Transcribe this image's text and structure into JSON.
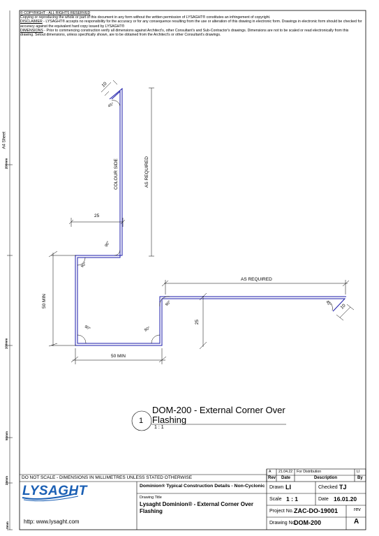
{
  "notes": {
    "copyright_heading": "© COPYRIGHT - ALL RIGHTS RESERVED",
    "copyright_text": "Copying or reproducing the whole or part of this document in any form without the written permission of LYSAGHT® constitutes an infringement of copyright.",
    "disclaimer_heading": "DISCLAIMER",
    "disclaimer_text": " - LYSAGHT® accepts no responsibility for the accuracy or for any consequence resulting from the use or alteration of this drawing in electronic form.  Drawings in electronic form should be checked for accuracy against the equivalent hard copy issued by LYSAGHT®",
    "dimensions_heading": "DIMENSIONS",
    "dimensions_text": " - Prior to commencing construction verify all dimensions against Architect's, other Consultant's and Sub-Contractor's drawings. Dimensions are not to be scaled or read electronically from this drawing. Setout dimensions, unless specifically shown, are to be obtained from the Architect's or other Consultant's drawings."
  },
  "side_labels": {
    "sheet": "A4 Sheet",
    "mm200": "200mm",
    "mm100": "100mm",
    "mm50": "50mm",
    "mm25": "25mm",
    "mm0": "0mm"
  },
  "drawing": {
    "dim_10_top": "10",
    "angle_45_top": "45°",
    "colour_side": "COLOUR SIDE",
    "as_required_vertical": "AS REQUIRED",
    "dim_25_left": "25",
    "angle_90_a": "90°",
    "angle_90_b": "90°",
    "dim_50min_vertical": "50 MIN",
    "angle_90_c": "90°",
    "angle_90_d": "90°",
    "angle_90_e": "90°",
    "dim_50min_horizontal": "50 MIN",
    "dim_25_right": "25",
    "as_required_horizontal": "AS REQUIRED",
    "angle_45_right": "45°",
    "dim_10_right": "10"
  },
  "callout": {
    "number": "1",
    "title_line1": "DOM-200 - External Corner Over",
    "title_line2": "Flashing",
    "scale": "1 : 1"
  },
  "revision": {
    "rev": "A",
    "date": "21.04.22",
    "description": "For Distribution",
    "by": "LI",
    "col_rev": "Rev",
    "col_date": "Date",
    "col_description": "Description",
    "col_by": "By"
  },
  "titleblock": {
    "do_not_scale": "DO NOT SCALE - DIMENSIONS IN MILLIMETRES UNLESS STATED OTHERWISE",
    "logo": "LYSAGHT",
    "website": "http: www.lysaght.com",
    "series": "Dominion® Typical Construction Details - Non-Cyclonic",
    "drawing_title_label": "Drawing Title",
    "drawing_title_line1": "Lysaght Dominion® - External Corner Over",
    "drawing_title_line2": "Flashing",
    "drawn_label": "Drawn",
    "drawn_value": "LI",
    "checked_label": "Checked",
    "checked_value": "TJ",
    "scale_label": "Scale",
    "scale_value": "1 : 1",
    "date_label": "Date",
    "date_value": "16.01.20",
    "project_label": "Project No.",
    "project_value": "ZAC-DO-19001",
    "rev_label": "rev",
    "drawing_no_label": "Drawing No.",
    "drawing_no_value": "DOM-200",
    "rev_value": "A"
  },
  "colors": {
    "flashing": "#1a1aa8",
    "line": "#000000"
  }
}
